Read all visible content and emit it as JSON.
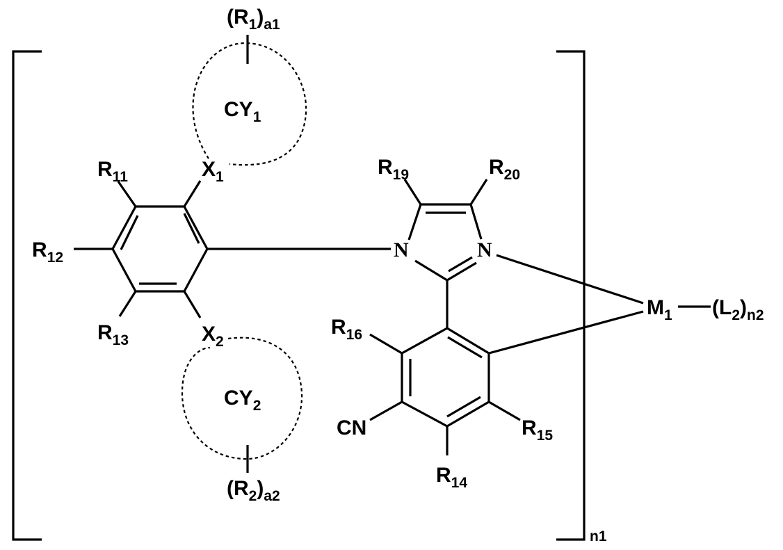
{
  "figure": {
    "labels": {
      "r1": "R",
      "r1_sub": "1",
      "r1_count": "a1",
      "cy1": "CY",
      "cy1_sub": "1",
      "x1": "X",
      "x1_sub": "1",
      "r11": "R",
      "r11_sub": "11",
      "r12": "R",
      "r12_sub": "12",
      "r13": "R",
      "r13_sub": "13",
      "x2": "X",
      "x2_sub": "2",
      "cy2": "CY",
      "cy2_sub": "2",
      "r2": "R",
      "r2_sub": "2",
      "r2_count": "a2",
      "r19": "R",
      "r19_sub": "19",
      "r20": "R",
      "r20_sub": "20",
      "n_left": "N",
      "n_right": "N",
      "r16": "R",
      "r16_sub": "16",
      "cn": "CN",
      "r14": "R",
      "r14_sub": "14",
      "r15": "R",
      "r15_sub": "15",
      "m1": "M",
      "m1_sub": "1",
      "l2": "L",
      "l2_sub": "2",
      "l2_count": "n2",
      "bracket_count": "n1"
    },
    "colors": {
      "ink": "#000000",
      "background": "#ffffff"
    }
  }
}
